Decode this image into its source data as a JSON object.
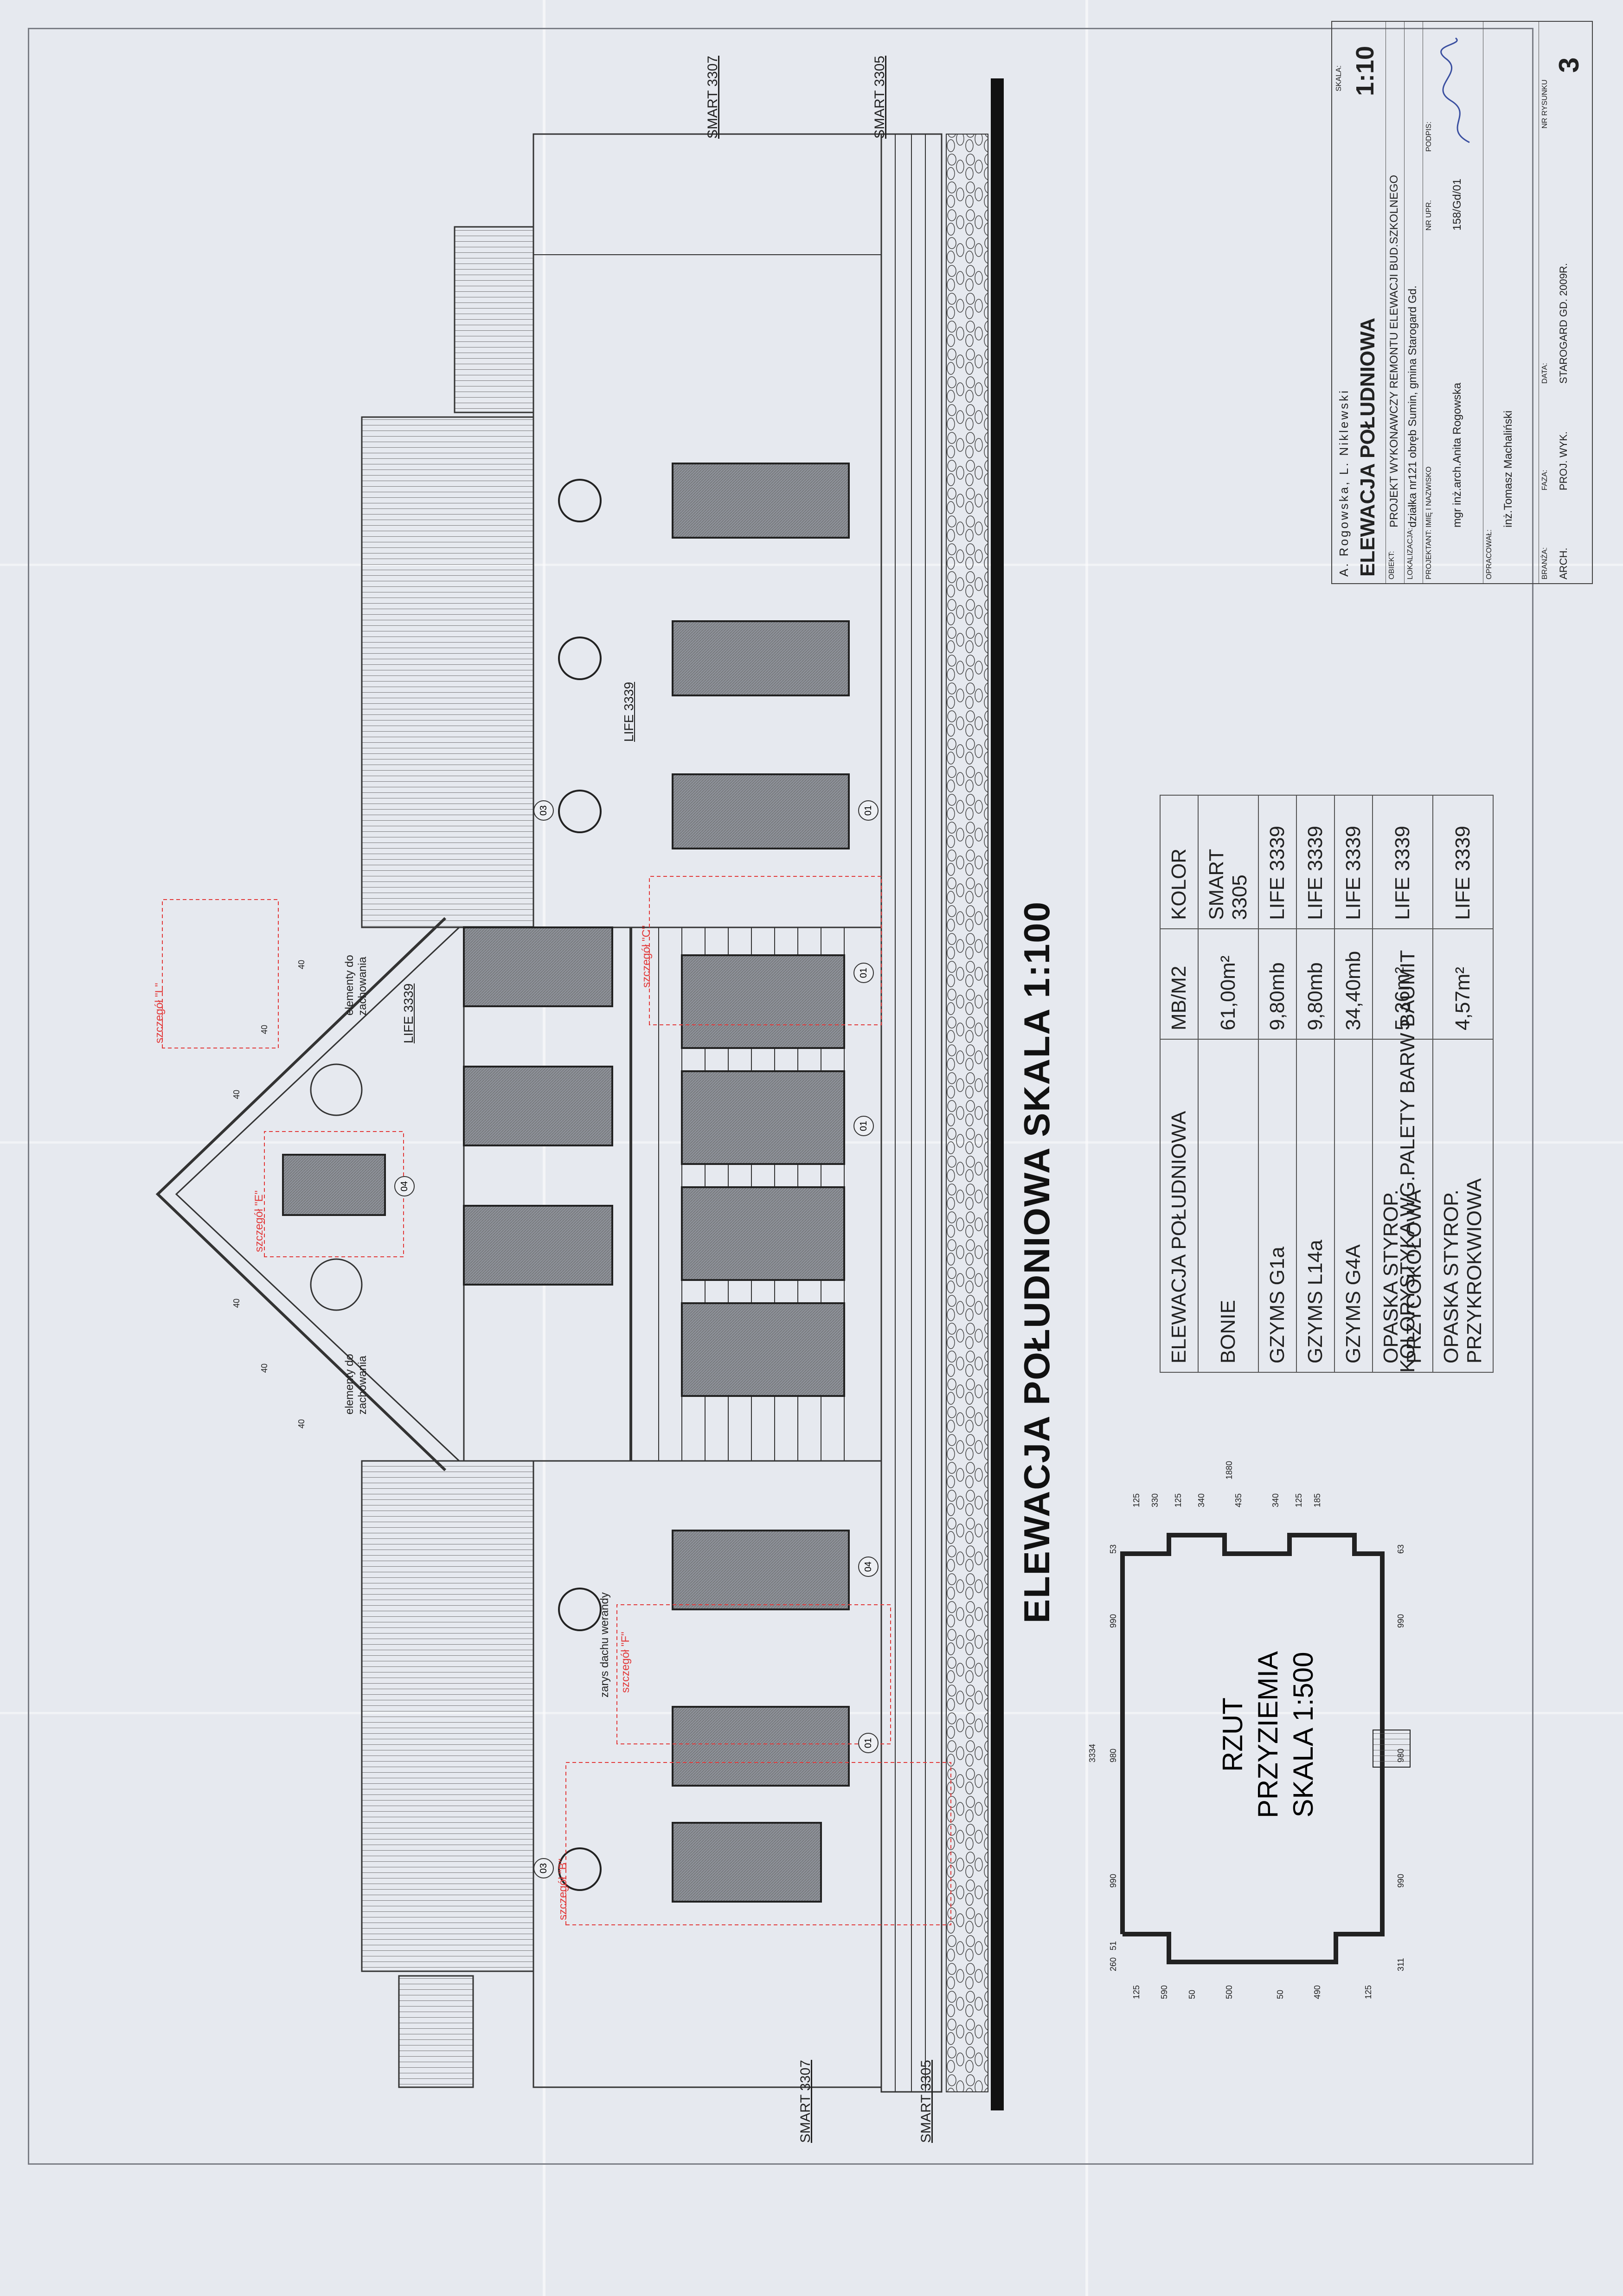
{
  "drawing": {
    "main_title": "ELEWACJA POŁUDNIOWA  SKALA 1:100",
    "color_labels": {
      "smart_3307": "SMART 3307",
      "smart_3305": "SMART 3305",
      "life_3339": "LIFE 3339"
    },
    "element_notes": {
      "elementy_do_zachowania": "elementy do\nzachowania",
      "zarys_dachu_werandy": "zarys dachu werandy"
    },
    "detail_labels": {
      "szczegol_L": "szczegół \"L\"",
      "szczegol_E": "szczegół \"E\"",
      "szczegol_F": "szczegół \"F\"",
      "szczegol_B": "szczegół \"B\"",
      "szczegol_C": "szczegół \"C\""
    },
    "element_numbers": {
      "n01": "01",
      "n03": "03",
      "n04": "04"
    },
    "gable_dims": [
      "40",
      "40",
      "40",
      "40",
      "40",
      "40"
    ]
  },
  "legend": {
    "header": [
      "ELEWACJA POŁUDNIOWA",
      "MB/M2",
      "KOLOR"
    ],
    "rows": [
      [
        "BONIE",
        "61,00m²",
        "SMART 3305"
      ],
      [
        "GZYMS G1a",
        "9,80mb",
        "LIFE 3339"
      ],
      [
        "GZYMS L14a",
        "9,80mb",
        "LIFE 3339"
      ],
      [
        "GZYMS G4A",
        "34,40mb",
        "LIFE 3339"
      ],
      [
        "OPASKA STYROP. PRZYCOKOŁOWA",
        "5,36m²",
        "LIFE 3339"
      ],
      [
        "OPASKA STYROP. PRZYKROKWIOWA",
        "4,57m²",
        "LIFE 3339"
      ]
    ],
    "note": "KOLORYSTYKA WG.PALETY BARW BAUMIT"
  },
  "plan": {
    "title_line1": "RZUT PRZYZIEMIA",
    "title_line2": "SKALA 1:500",
    "dims_top": [
      "260",
      "51",
      "990",
      "980",
      "990",
      "53"
    ],
    "dim_total": "3334",
    "dims_left": [
      "125",
      "590",
      "50",
      "500",
      "50",
      "490",
      "125"
    ],
    "dims_right": [
      "125",
      "330",
      "125",
      "340",
      "435",
      "340",
      "125",
      "185"
    ],
    "dim_right_total": "1880",
    "dims_bottom": [
      "311",
      "990",
      "980",
      "990",
      "63"
    ]
  },
  "title_block": {
    "authors": "A. Rogowska, L. Niklewski",
    "skala_label": "SKALA:",
    "skala_value": "1:10",
    "title": "ELEWACJA POŁUDNIOWA",
    "obiekt_label": "OBIEKT:",
    "obiekt_value": "PROJEKT WYKONAWCZY REMONTU ELEWACJI BUD.SZKOLNEGO",
    "lokalizacja_label": "LOKALIZACJA:",
    "lokalizacja_value": "działka nr121 obręb Sumin, gmina Starogard Gd.",
    "projektant_label": "PROJEKTANT:",
    "imie_label": "IMIĘ I NAZWISKO",
    "nr_upr_label": "NR UPR.",
    "podpis_label": "PODPIS:",
    "projektant_name": "mgr inż.arch.Anita Rogowska",
    "nr_upr_value": "158/Gd/01",
    "opracowal_label": "OPRACOWAŁ:",
    "opracowal_name": "inż.Tomasz Machaliński",
    "branza_label": "BRANŻA:",
    "branza_value": "ARCH.",
    "faza_label": "FAZA:",
    "faza_value": "PROJ. WYK.",
    "data_label": "DATA:",
    "data_value": "STAROGARD GD. 2009R.",
    "nr_rys_label": "NR RYSUNKU",
    "nr_rys_value": "3"
  },
  "colors": {
    "line": "#2a2a2a",
    "red": "#e23a3a",
    "paper": "#e6e9ef"
  }
}
